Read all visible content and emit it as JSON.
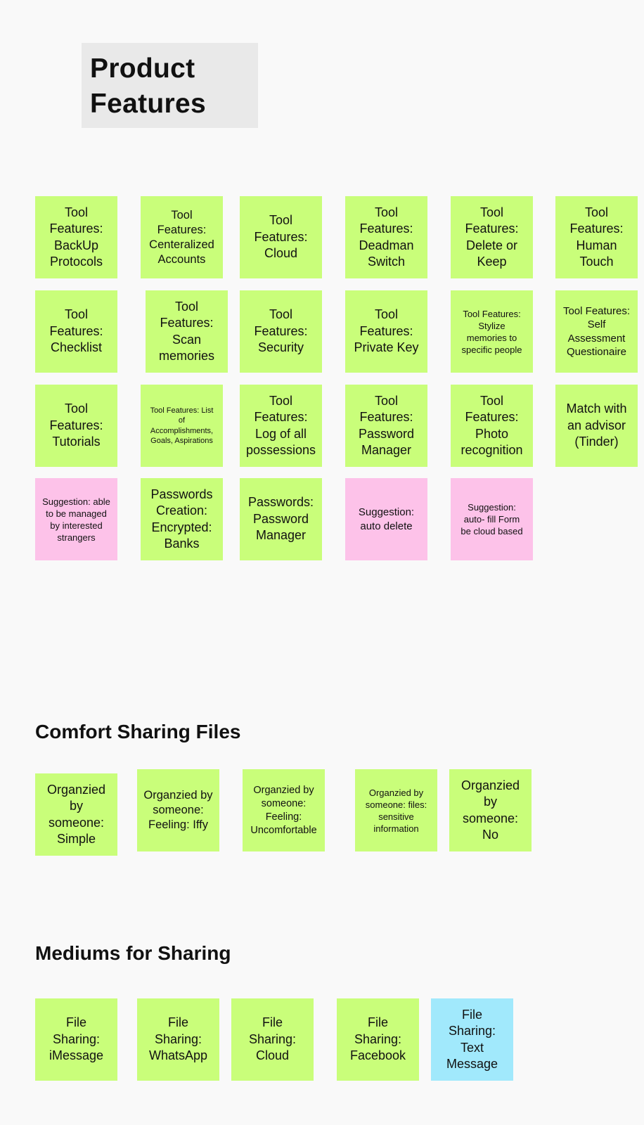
{
  "board": {
    "title": "Product\nFeatures",
    "product_notes": [
      {
        "text": "Tool\nFeatures:\nBackUp\nProtocols",
        "color": "#c9fe7a"
      },
      {
        "text": "Tool\nFeatures:\nCenteralized\nAccounts",
        "color": "#c9fe7a"
      },
      {
        "text": "Tool\nFeatures:\nCloud",
        "color": "#c9fe7a"
      },
      {
        "text": "Tool\nFeatures:\nDeadman\nSwitch",
        "color": "#c9fe7a"
      },
      {
        "text": "Tool\nFeatures:\nDelete or\nKeep",
        "color": "#c9fe7a"
      },
      {
        "text": "Tool\nFeatures:\nHuman\nTouch",
        "color": "#c9fe7a"
      },
      {
        "text": "Tool\nFeatures:\nChecklist",
        "color": "#c9fe7a"
      },
      {
        "text": "Tool\nFeatures:\nScan\nmemories",
        "color": "#c9fe7a"
      },
      {
        "text": "Tool\nFeatures:\nSecurity",
        "color": "#c9fe7a"
      },
      {
        "text": "Tool\nFeatures:\nPrivate Key",
        "color": "#c9fe7a"
      },
      {
        "text": "Tool Features:\nStylize\nmemories to\nspecific people",
        "color": "#c9fe7a"
      },
      {
        "text": "Tool Features:\nSelf\nAssessment\nQuestionaire",
        "color": "#c9fe7a"
      },
      {
        "text": "Tool\nFeatures:\nTutorials",
        "color": "#c9fe7a"
      },
      {
        "text": "Tool Features: List\nof\nAccomplishments,\nGoals, Aspirations",
        "color": "#c9fe7a"
      },
      {
        "text": "Tool\nFeatures:\nLog of all\npossessions",
        "color": "#c9fe7a"
      },
      {
        "text": "Tool\nFeatures:\nPassword\nManager",
        "color": "#c9fe7a"
      },
      {
        "text": "Tool\nFeatures:\nPhoto\nrecognition",
        "color": "#c9fe7a"
      },
      {
        "text": "Match with\nan advisor\n(Tinder)",
        "color": "#c9fe7a"
      },
      {
        "text": "Suggestion: able\nto be managed\nby interested\nstrangers",
        "color": "#fdc2e9"
      },
      {
        "text": "Passwords\nCreation:\nEncrypted:\nBanks",
        "color": "#c9fe7a"
      },
      {
        "text": "Passwords:\nPassword\nManager",
        "color": "#c9fe7a"
      },
      {
        "text": "Suggestion:\nauto delete",
        "color": "#fdc2e9"
      },
      {
        "text": "Suggestion:\nauto- fill Form\nbe cloud based",
        "color": "#fdc2e9"
      }
    ],
    "comfort_title": "Comfort Sharing Files",
    "comfort_notes": [
      {
        "text": "Organzied\nby\nsomeone:\nSimple",
        "color": "#c9fe7a"
      },
      {
        "text": "Organzied by\nsomeone:\nFeeling: Iffy",
        "color": "#c9fe7a"
      },
      {
        "text": "Organzied by\nsomeone:\nFeeling:\nUncomfortable",
        "color": "#c9fe7a"
      },
      {
        "text": "Organzied by\nsomeone: files:\nsensitive\ninformation",
        "color": "#c9fe7a"
      },
      {
        "text": "Organzied\nby\nsomeone:\nNo",
        "color": "#c9fe7a"
      }
    ],
    "mediums_title": "Mediums for Sharing",
    "medium_notes": [
      {
        "text": "File\nSharing:\niMessage",
        "color": "#c9fe7a"
      },
      {
        "text": "File\nSharing:\nWhatsApp",
        "color": "#c9fe7a"
      },
      {
        "text": "File\nSharing:\nCloud",
        "color": "#c9fe7a"
      },
      {
        "text": "File\nSharing:\nFacebook",
        "color": "#c9fe7a"
      },
      {
        "text": "File\nSharing:\nText\nMessage",
        "color": "#a1e9fc"
      }
    ]
  }
}
